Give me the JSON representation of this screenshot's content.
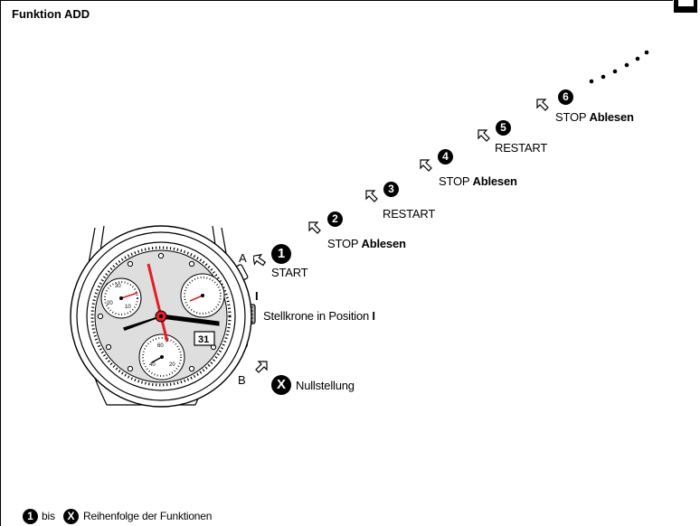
{
  "title": "Funktion ADD",
  "buttons": {
    "a": "A",
    "b": "B"
  },
  "crown_marker": "I",
  "crown_label": "Stellkrone in Position ",
  "crown_label_bold": "I",
  "steps": [
    {
      "badge": "1",
      "text": "START",
      "bold": ""
    },
    {
      "badge": "2",
      "text": "STOP ",
      "bold": "Ablesen"
    },
    {
      "badge": "3",
      "text": "RESTART",
      "bold": ""
    },
    {
      "badge": "4",
      "text": "STOP ",
      "bold": "Ablesen"
    },
    {
      "badge": "5",
      "text": "RESTART",
      "bold": ""
    },
    {
      "badge": "6",
      "text": "STOP ",
      "bold": "Ablesen"
    }
  ],
  "reset": {
    "badge": "X",
    "text": "Nullstellung"
  },
  "legend": {
    "from_badge": "1",
    "to_word": "bis",
    "to_badge": "X",
    "text": "Reihenfolge der Funktionen"
  },
  "watch": {
    "date": "31",
    "subdial_left": [
      "30",
      "20",
      "10"
    ],
    "subdial_bottom": [
      "60",
      "40",
      "20"
    ],
    "hand_color": "#e31e24"
  }
}
